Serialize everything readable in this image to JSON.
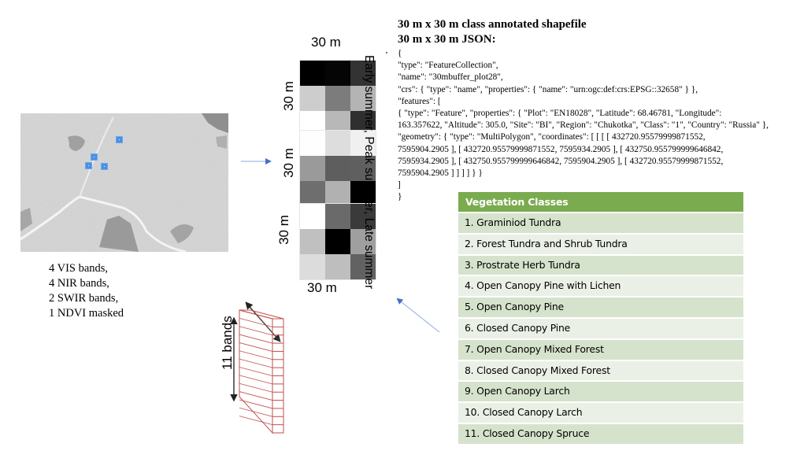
{
  "map": {
    "markers": 4
  },
  "bands": {
    "lines": [
      "4 VIS bands,",
      "4 NIR bands,",
      "2 SWIR bands,",
      "1 NDVI masked"
    ]
  },
  "grids": {
    "top_label": "30 m",
    "bottom_label": "30 m",
    "side_label": "30 m",
    "season_label": "Early summer, Peak summer, Late summer",
    "grid_values": [
      [
        "#000000",
        "#050505",
        "#333333",
        "#cdcdcd",
        "#7c7c7c",
        "#b4b4b4",
        "#ffffff",
        "#b8b8b8",
        "#2f2f2f"
      ],
      [
        "#fefefe",
        "#dddddd",
        "#f0f0f0",
        "#9a9a9a",
        "#5e5e5e",
        "#5f5f5f",
        "#6e6e6e",
        "#b1b1b1",
        "#000000"
      ],
      [
        "#ffffff",
        "#6a6a6a",
        "#3a3a3a",
        "#c0c0c0",
        "#000000",
        "#9f9f9f",
        "#dcdcdc",
        "#bebebe",
        "#626262"
      ]
    ]
  },
  "stack": {
    "label": "11 bands",
    "band_count": 11
  },
  "json_panel": {
    "heading1": "30 m x 30 m class annotated shapefile",
    "heading2": "30 m x 30 m JSON:",
    "lines": [
      " {",
      "\"type\": \"FeatureCollection\",",
      "\"name\": \"30mbuffer_plot28\",",
      "\"crs\": { \"type\": \"name\", \"properties\": { \"name\": \"urn:ogc:def:crs:EPSG::32658\" } },",
      "\"features\": [",
      "{ \"type\": \"Feature\", \"properties\": { \"Plot\": \"EN18028\", \"Latitude\": 68.46781, \"Longitude\":",
      " 163.357622, \"Altitude\": 305.0, \"Site\": \"BI\", \"Region\": \"Chukotka\", \"Class\": \"1\", \"Country\": \"Russia\" },",
      " \"geometry\": { \"type\": \"MultiPolygon\", \"coordinates\": [ [ [ [ 432720.95579999871552,",
      "7595904.2905 ], [ 432720.95579999871552, 7595934.2905 ], [ 432750.955799999646842,",
      "7595934.2905 ], [ 432750.955799999646842, 7595904.2905 ], [ 432720.95579999871552,",
      " 7595904.2905 ] ] ] ] } }",
      "]",
      "}"
    ]
  },
  "vegetation": {
    "header": "Vegetation Classes",
    "header_color": "#7aab4f",
    "classes": [
      "1. Graminiod Tundra",
      "2. Forest Tundra and Shrub Tundra",
      "3. Prostrate Herb Tundra",
      "4. Open Canopy Pine with Lichen",
      "5. Open Canopy Pine",
      "6. Closed Canopy Pine",
      "7. Open Canopy Mixed Forest",
      "8. Closed Canopy Mixed Forest",
      "9. Open Canopy Larch",
      "10. Closed Canopy Larch",
      "11. Closed Canopy Spruce"
    ]
  },
  "colors": {
    "arrow": "#4472c4",
    "marker": "#4a90e2",
    "stack": "#c0504d"
  }
}
